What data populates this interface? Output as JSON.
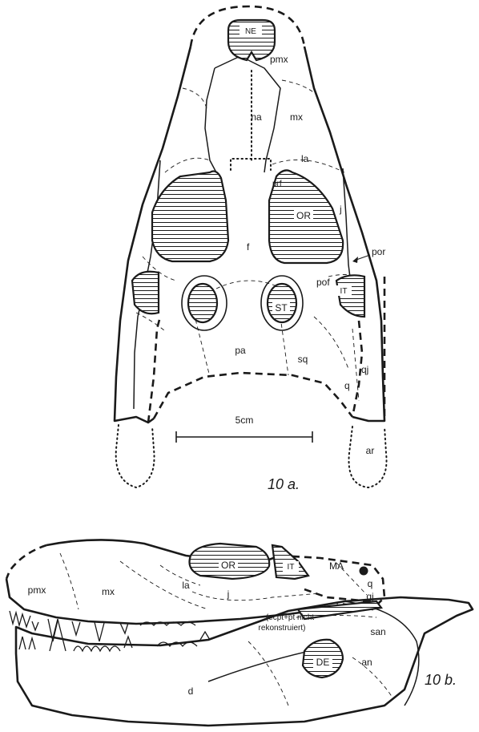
{
  "figure_a": {
    "caption": "10 a.",
    "labels": {
      "NE": "NE",
      "pmx": "pmx",
      "na": "na",
      "mx": "mx",
      "la": "la",
      "prf": "prf",
      "j": "j",
      "OR": "OR",
      "f": "f",
      "por": "por",
      "pof": "pof",
      "IT": "IT",
      "ST": "ST",
      "pa": "pa",
      "sq": "sq",
      "qj": "qj",
      "q": "q",
      "ar": "ar"
    },
    "scale_bar": "5cm"
  },
  "figure_b": {
    "caption": "10 b.",
    "labels": {
      "OR": "OR",
      "IT": "IT",
      "MA": "MA",
      "la": "la",
      "j": "j",
      "q": "q",
      "qj": "qj",
      "pmx": "pmx",
      "mx": "mx",
      "note": "(ecpt+pt nicht",
      "note2": "rekonstruiert)",
      "san": "san",
      "DE": "DE",
      "an": "an",
      "d": "d"
    }
  }
}
